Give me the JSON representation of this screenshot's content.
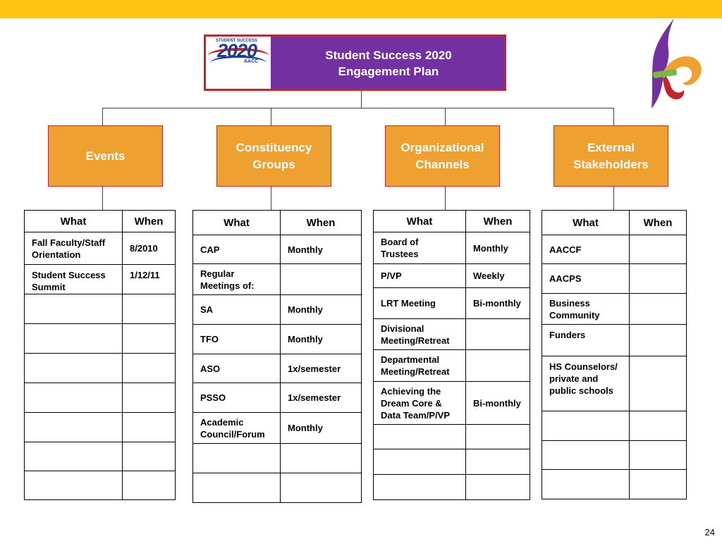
{
  "root": {
    "title": "Student Success 2020\nEngagement Plan",
    "logo": {
      "top_text": "STUDENT SUCCESS",
      "year": "2020",
      "org": "AACC"
    }
  },
  "categories": [
    {
      "label": "Events"
    },
    {
      "label": "Constituency\nGroups"
    },
    {
      "label": "Organizational\nChannels"
    },
    {
      "label": "External\nStakeholders"
    }
  ],
  "table_headers": {
    "what": "What",
    "when": "When"
  },
  "tables": [
    {
      "rows": [
        {
          "what": "Fall Faculty/Staff Orientation",
          "when": "8/2010"
        },
        {
          "what": "Student Success Summit",
          "when": "1/12/11"
        },
        {
          "what": "",
          "when": ""
        },
        {
          "what": "",
          "when": ""
        },
        {
          "what": "",
          "when": ""
        },
        {
          "what": "",
          "when": ""
        },
        {
          "what": "",
          "when": ""
        },
        {
          "what": "",
          "when": ""
        },
        {
          "what": "",
          "when": ""
        }
      ]
    },
    {
      "rows": [
        {
          "what": "CAP",
          "when": "Monthly"
        },
        {
          "what": "Regular Meetings of:",
          "when": ""
        },
        {
          "what": "SA",
          "when": "Monthly"
        },
        {
          "what": "TFO",
          "when": "Monthly"
        },
        {
          "what": "ASO",
          "when": "1x/semester"
        },
        {
          "what": "PSSO",
          "when": "1x/semester"
        },
        {
          "what": "Academic Council/Forum",
          "when": "Monthly"
        },
        {
          "what": "",
          "when": ""
        },
        {
          "what": "",
          "when": ""
        }
      ]
    },
    {
      "rows": [
        {
          "what": "Board of Trustees",
          "when": "Monthly"
        },
        {
          "what": "P/VP",
          "when": "Weekly"
        },
        {
          "what": "LRT Meeting",
          "when": "Bi-monthly"
        },
        {
          "what": "Divisional Meeting/Retreat",
          "when": ""
        },
        {
          "what": "Departmental Meeting/Retreat",
          "when": ""
        },
        {
          "what": "Achieving the Dream Core & Data Team/P/VP",
          "when": "Bi-monthly"
        },
        {
          "what": "",
          "when": ""
        },
        {
          "what": "",
          "when": ""
        },
        {
          "what": "",
          "when": ""
        }
      ]
    },
    {
      "rows": [
        {
          "what": "AACCF",
          "when": ""
        },
        {
          "what": "AACPS",
          "when": ""
        },
        {
          "what": "Business Community",
          "when": ""
        },
        {
          "what": "Funders",
          "when": ""
        },
        {
          "what": "HS Counselors/ private and public schools",
          "when": ""
        },
        {
          "what": "",
          "when": ""
        },
        {
          "what": "",
          "when": ""
        },
        {
          "what": "",
          "when": ""
        }
      ]
    }
  ],
  "page_number": "24",
  "colors": {
    "top_bar": "#ffc20e",
    "root_fill": "#7230a0",
    "box_border": "#c0262c",
    "category_fill": "#eea030"
  },
  "decorations": {
    "fleur_icon": "fleur-de-lis-icon"
  }
}
